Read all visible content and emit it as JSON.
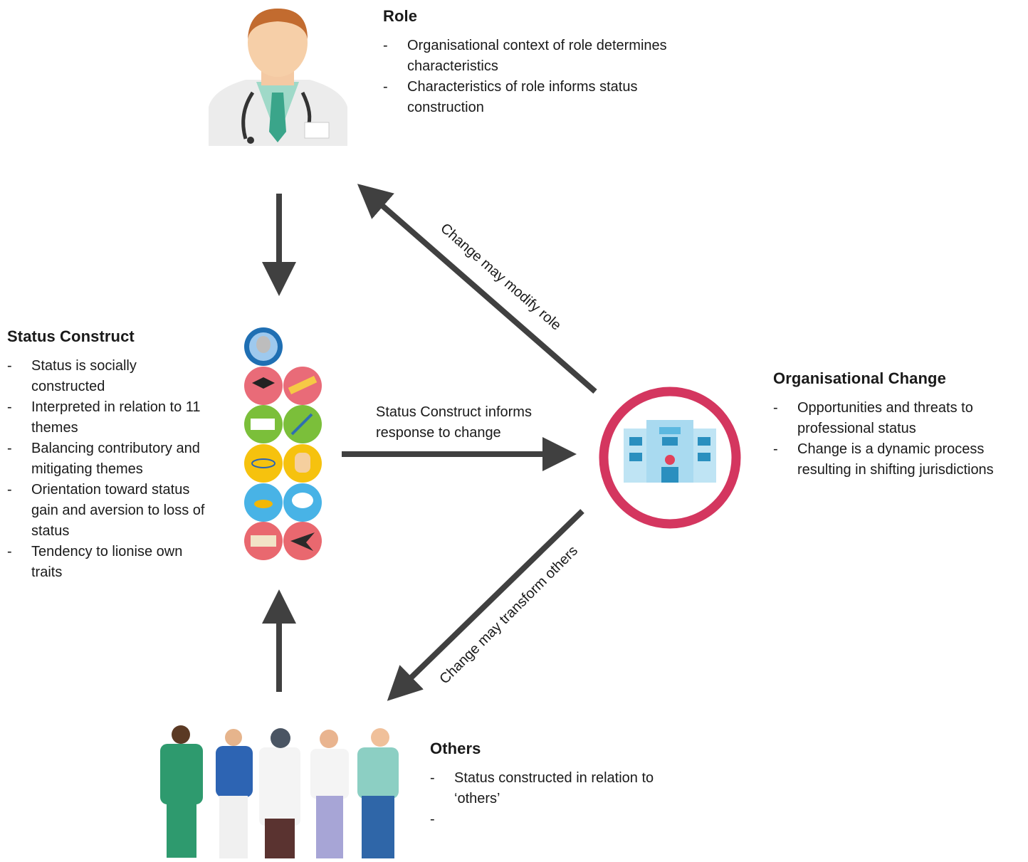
{
  "role": {
    "title": "Role",
    "bullets": [
      "Organisational context of role determines characteristics",
      "Characteristics of role informs status construction"
    ]
  },
  "status_construct": {
    "title": "Status Construct",
    "bullets": [
      "Status is socially constructed",
      "Interpreted in relation to 11 themes",
      "Balancing contributory and mitigating themes",
      "Orientation toward status gain and aversion to loss of status",
      "Tendency to lionise own traits"
    ]
  },
  "organisational_change": {
    "title": "Organisational Change",
    "bullets": [
      "Opportunities and threats to professional status",
      "Change is a dynamic process resulting in shifting jurisdictions"
    ]
  },
  "others": {
    "title": "Others",
    "bullets": [
      "Status constructed in relation to ‘others’",
      ""
    ]
  },
  "arrows": {
    "informs_change": "Status Construct informs response to change",
    "modify_role": "Change may modify role",
    "transform_others": "Change may transform others"
  },
  "colors": {
    "arrow": "#404040",
    "change_ring": "#d4365f",
    "hospital": "#5bb8e0"
  }
}
